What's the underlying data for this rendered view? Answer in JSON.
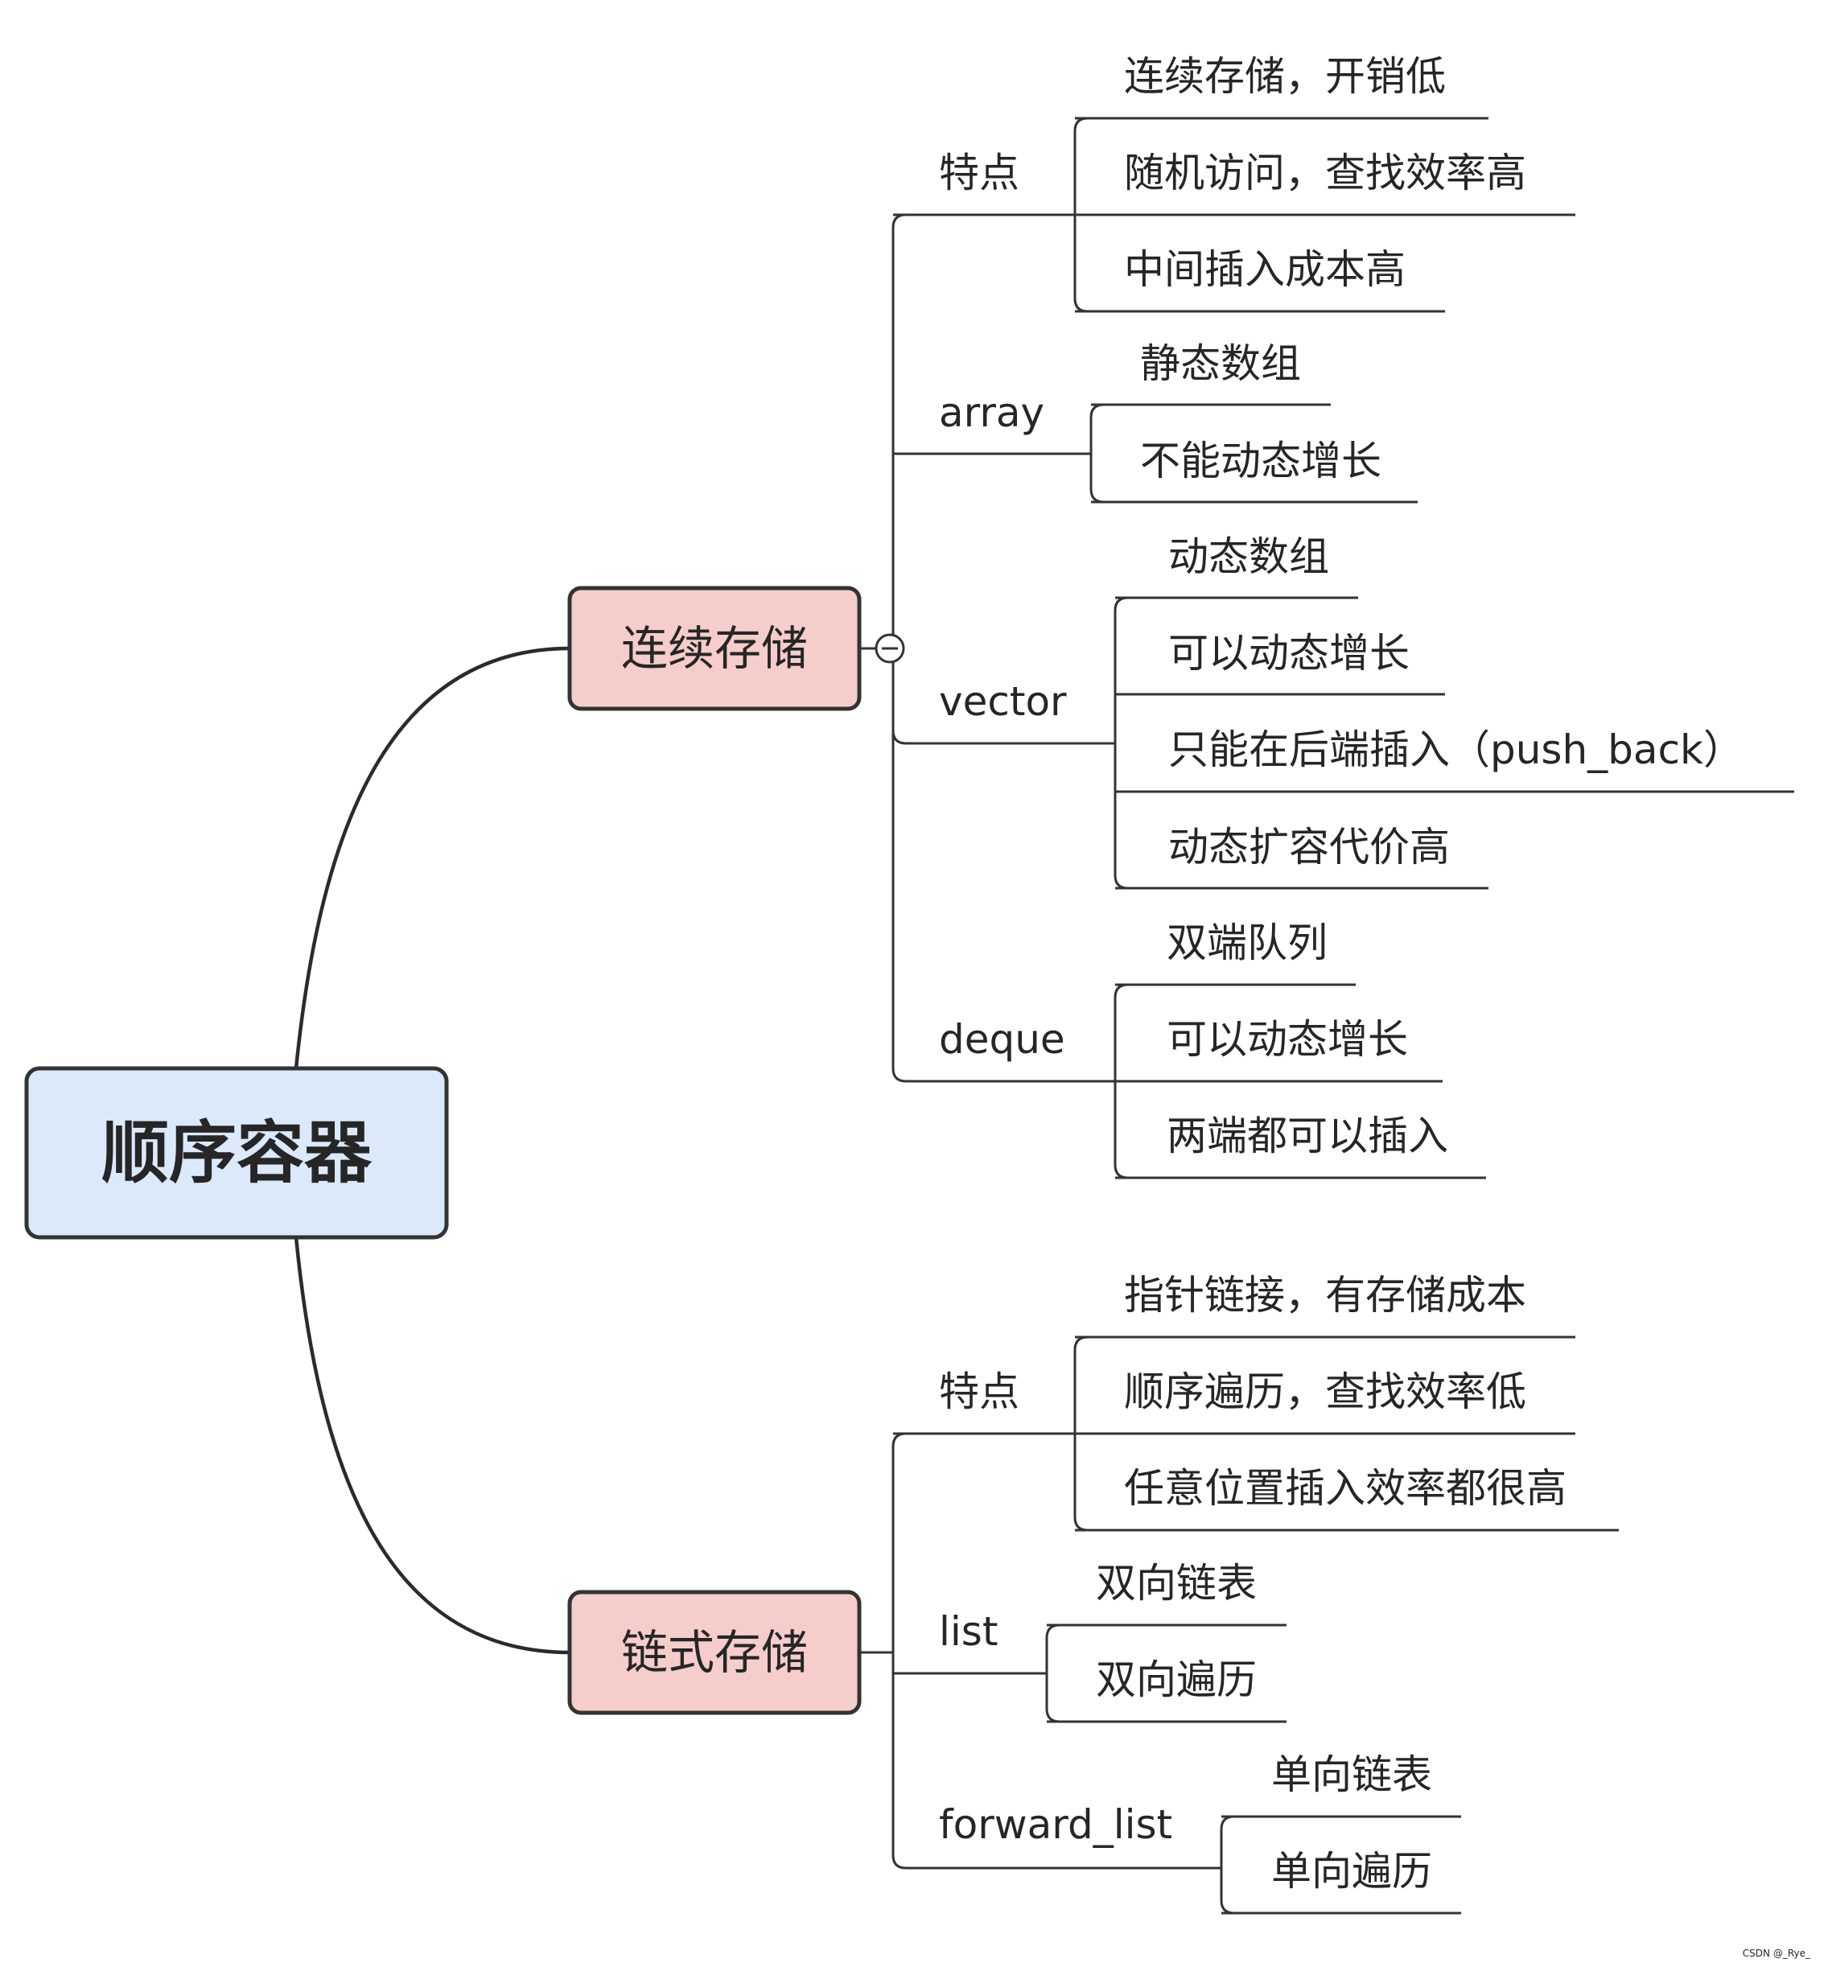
{
  "root": {
    "label": "顺序容器",
    "fill": "#dbe9fb"
  },
  "branches": [
    {
      "label": "连续存储",
      "fill": "#f5cdcb",
      "collapse_icon": "minus-circle-icon",
      "groups": [
        {
          "label": "特点",
          "items": [
            "连续存储，开销低",
            "随机访问，查找效率高",
            "中间插入成本高"
          ]
        },
        {
          "label": "array",
          "items": [
            "静态数组",
            "不能动态增长"
          ]
        },
        {
          "label": "vector",
          "items": [
            "动态数组",
            "可以动态增长",
            "只能在后端插入（push_back）",
            "动态扩容代价高"
          ]
        },
        {
          "label": "deque",
          "items": [
            "双端队列",
            "可以动态增长",
            "两端都可以插入"
          ]
        }
      ]
    },
    {
      "label": "链式存储",
      "fill": "#f5cdcb",
      "groups": [
        {
          "label": "特点",
          "items": [
            "指针链接，有存储成本",
            "顺序遍历，查找效率低",
            "任意位置插入效率都很高"
          ]
        },
        {
          "label": "list",
          "items": [
            "双向链表",
            "双向遍历"
          ]
        },
        {
          "label": "forward_list",
          "items": [
            "单向链表",
            "单向遍历"
          ]
        }
      ]
    }
  ],
  "watermark": "CSDN @_Rye_"
}
